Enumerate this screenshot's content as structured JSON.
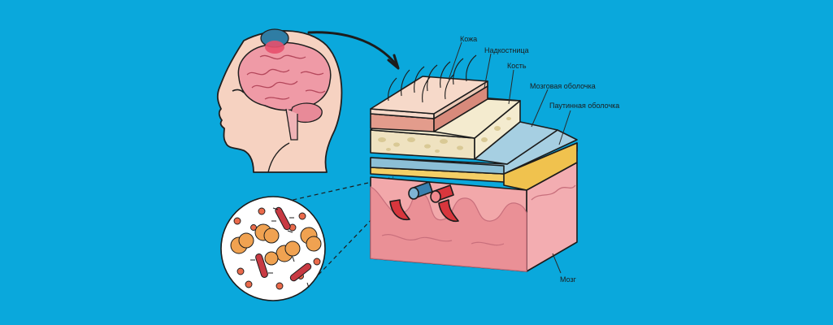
{
  "labels": {
    "skin": "Кожа",
    "periosteum": "Надкостница",
    "bone": "Кость",
    "dura": "Мозговая оболочка",
    "arachnoid": "Паутинная оболочка",
    "brain": "Мозг"
  },
  "colors": {
    "background": "#0aa8dc",
    "skin": "#f6d9c9",
    "periosteum": "#e0998a",
    "bone": "#f4ebcf",
    "dura": "#a6cfe2",
    "arachnoid": "#f4cf66",
    "brain": "#f2a8aa",
    "vessel_red": "#d8363d",
    "vessel_blue": "#3a80b0",
    "bacteria_orange": "#f0a251",
    "inflamed": "#e7506d"
  }
}
